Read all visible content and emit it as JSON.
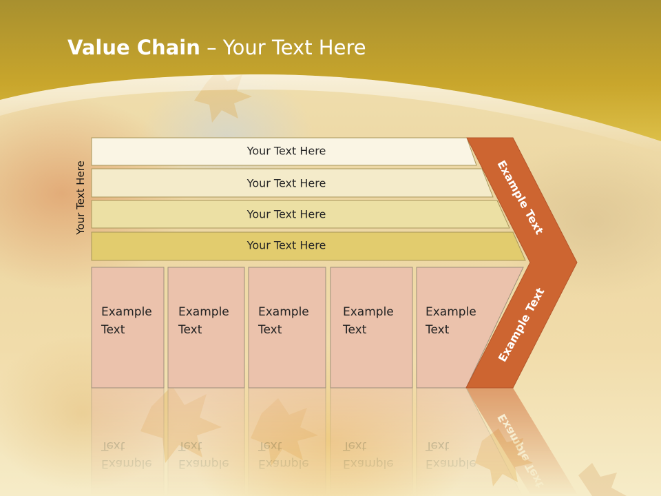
{
  "slide": {
    "title_bold": "Value Chain",
    "title_rest": " – Your Text Here",
    "side_label": "Your Text Here"
  },
  "bars": [
    {
      "label": "Your Text Here",
      "color": "#faf5e4"
    },
    {
      "label": "Your Text Here",
      "color": "#f4ebca"
    },
    {
      "label": "Your Text Here",
      "color": "#ece0a4"
    },
    {
      "label": "Your Text Here",
      "color": "#e2cc6e"
    }
  ],
  "boxes": [
    {
      "line1": "Example",
      "line2": "Text"
    },
    {
      "line1": "Example",
      "line2": "Text"
    },
    {
      "line1": "Example",
      "line2": "Text"
    },
    {
      "line1": "Example",
      "line2": "Text"
    },
    {
      "line1": "Example",
      "line2": "Text"
    }
  ],
  "chevron": {
    "upper_label": "Example Text",
    "lower_label": "Example Text",
    "color": "#cd6531"
  },
  "colors": {
    "header": "#c9a62c",
    "box_fill": "#ebc2ac",
    "box_stroke": "#9e8f7a",
    "bar_stroke": "#a8965a"
  }
}
